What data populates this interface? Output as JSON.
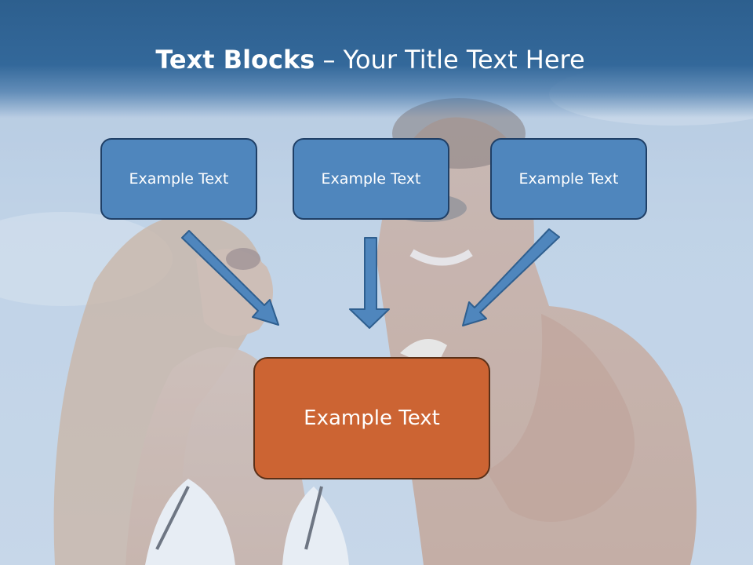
{
  "title": {
    "bold": "Text Blocks",
    "regular": " – Your Title Text Here"
  },
  "blocks": [
    {
      "label": "Example Text"
    },
    {
      "label": "Example Text"
    },
    {
      "label": "Example Text"
    },
    {
      "label": "Example Text"
    }
  ],
  "colors": {
    "title_bar": "#2d5f8e",
    "box_blue": "#4f86bd",
    "box_orange": "#cc6433",
    "arrow": "#4f86bd"
  },
  "background": "photo-of-smiling-couple-under-blue-sky"
}
